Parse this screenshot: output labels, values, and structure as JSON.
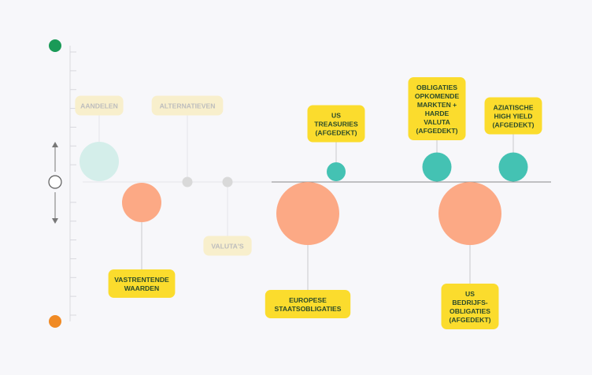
{
  "chart_data": {
    "type": "bubble-positioning",
    "scale": {
      "top_symbol": "+",
      "neutral_symbol": "N",
      "bottom_symbol": "–"
    },
    "colors": {
      "positive": "#44c2b3",
      "negative": "#fca985",
      "neutral_dot": "#d9d9d9",
      "faded_positive": "#d4eeea",
      "label_bg": "#fbdc2d",
      "faded_label_bg": "#f8efcc",
      "label_text": "#2a4a2a",
      "faded_label_text": "#bdbdbd",
      "axis_top": "#1a9a57",
      "axis_bottom": "#f08a24"
    },
    "items": [
      {
        "name": "AANDELEN",
        "value": 2.0,
        "display": "2.0",
        "faded": true
      },
      {
        "name": "VASTRENTENDE WAARDEN",
        "value": -2.0,
        "display": "-2.0",
        "faded": false
      },
      {
        "name": "ALTERNATIEVEN",
        "value": 0.0,
        "display": "0.0",
        "faded": true
      },
      {
        "name": "VALUTA'S",
        "value": 0.0,
        "display": "0.0",
        "faded": true
      },
      {
        "name": "EUROPESE STAATSOBLIGATIES",
        "value": -5.0,
        "display": "-5.0",
        "faded": false
      },
      {
        "name": "US TREASURIES (AFGEDEKT)",
        "value": 2.0,
        "display": "2.0",
        "faded": false
      },
      {
        "name": "OBLIGATIES OPKOMENDE MARKTEN + HARDE VALUTA (AFGEDEKT)",
        "value": 3.0,
        "display": "3.0",
        "faded": false
      },
      {
        "name": "US BEDRIJFS-OBLIGATIES (AFGEDEKT)",
        "value": -5.0,
        "display": "-5.0",
        "faded": false
      },
      {
        "name": "AZIATISCHE HIGH YIELD (AFGEDEKT)",
        "value": 3.0,
        "display": "3.0",
        "faded": false
      }
    ]
  }
}
